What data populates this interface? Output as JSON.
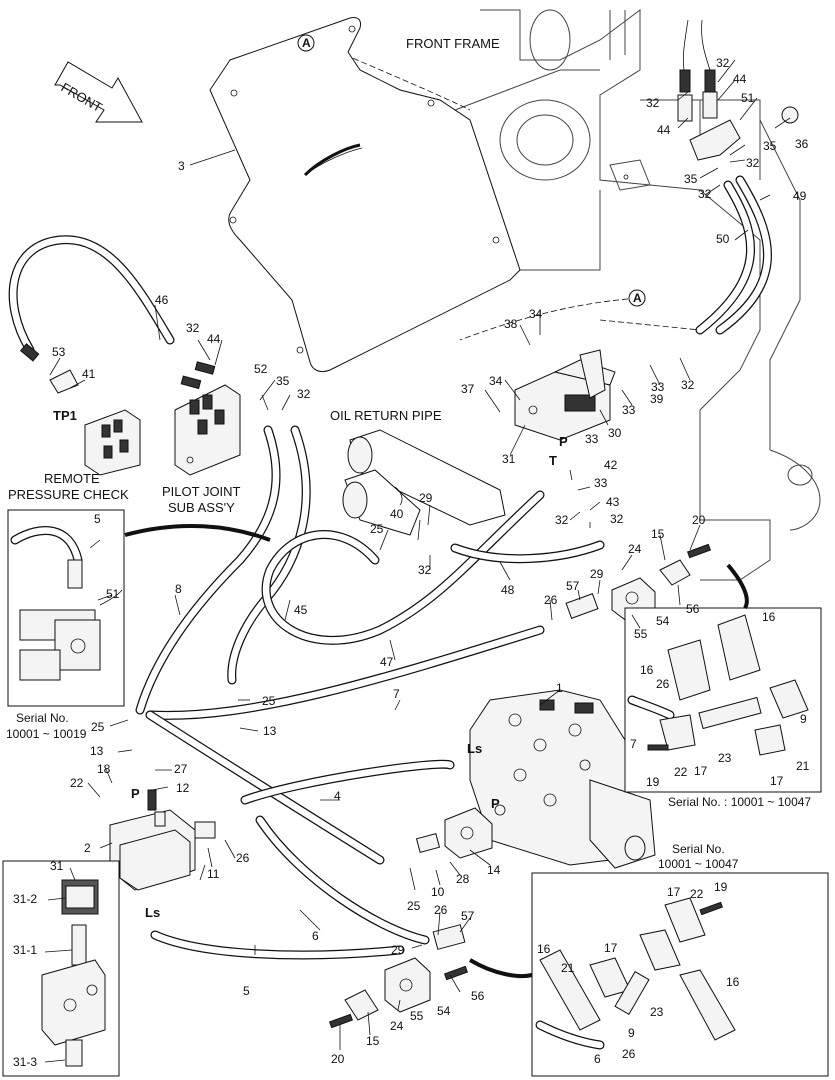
{
  "labels": {
    "front": "FRONT",
    "front_frame": "FRONT FRAME",
    "oil_return_pipe": "OIL RETURN PIPE",
    "tp1": "TP1",
    "remote_check_line1": "REMOTE",
    "remote_check_line2": "PRESSURE  CHECK",
    "pilot_joint_line1": "PILOT JOINT",
    "pilot_joint_line2": "SUB ASS'Y",
    "serial_left_line1": "Serial No.",
    "serial_left_line2": "10001 ~ 10019",
    "serial_right_mid": "Serial No. : 10001 ~ 10047",
    "serial_right_bottom_line1": "Serial No.",
    "serial_right_bottom_line2": "10001 ~ 10047",
    "circle_a": "A",
    "port_p": "P",
    "port_t": "T",
    "port_ls": "Ls"
  },
  "callouts": [
    {
      "id": "c1",
      "text": "1"
    },
    {
      "id": "c2",
      "text": "2"
    },
    {
      "id": "c3",
      "text": "3"
    },
    {
      "id": "c4",
      "text": "4"
    },
    {
      "id": "c5",
      "text": "5"
    },
    {
      "id": "c6",
      "text": "6"
    },
    {
      "id": "c7",
      "text": "7"
    },
    {
      "id": "c8",
      "text": "8"
    },
    {
      "id": "c9",
      "text": "9"
    },
    {
      "id": "c10",
      "text": "10"
    },
    {
      "id": "c11",
      "text": "11"
    },
    {
      "id": "c12",
      "text": "12"
    },
    {
      "id": "c13",
      "text": "13"
    },
    {
      "id": "c14",
      "text": "14"
    },
    {
      "id": "c15",
      "text": "15"
    },
    {
      "id": "c16",
      "text": "16"
    },
    {
      "id": "c17",
      "text": "17"
    },
    {
      "id": "c18",
      "text": "18"
    },
    {
      "id": "c19",
      "text": "19"
    },
    {
      "id": "c20",
      "text": "20"
    },
    {
      "id": "c21",
      "text": "21"
    },
    {
      "id": "c22",
      "text": "22"
    },
    {
      "id": "c23",
      "text": "23"
    },
    {
      "id": "c24",
      "text": "24"
    },
    {
      "id": "c25",
      "text": "25"
    },
    {
      "id": "c26",
      "text": "26"
    },
    {
      "id": "c27",
      "text": "27"
    },
    {
      "id": "c28",
      "text": "28"
    },
    {
      "id": "c29",
      "text": "29"
    },
    {
      "id": "c30",
      "text": "30"
    },
    {
      "id": "c31",
      "text": "31"
    },
    {
      "id": "c31_1",
      "text": "31-1"
    },
    {
      "id": "c31_2",
      "text": "31-2"
    },
    {
      "id": "c31_3",
      "text": "31-3"
    },
    {
      "id": "c32",
      "text": "32"
    },
    {
      "id": "c33",
      "text": "33"
    },
    {
      "id": "c34",
      "text": "34"
    },
    {
      "id": "c35",
      "text": "35"
    },
    {
      "id": "c36",
      "text": "36"
    },
    {
      "id": "c37",
      "text": "37"
    },
    {
      "id": "c38",
      "text": "38"
    },
    {
      "id": "c39",
      "text": "39"
    },
    {
      "id": "c40",
      "text": "40"
    },
    {
      "id": "c41",
      "text": "41"
    },
    {
      "id": "c42",
      "text": "42"
    },
    {
      "id": "c43",
      "text": "43"
    },
    {
      "id": "c44",
      "text": "44"
    },
    {
      "id": "c45",
      "text": "45"
    },
    {
      "id": "c46",
      "text": "46"
    },
    {
      "id": "c47",
      "text": "47"
    },
    {
      "id": "c48",
      "text": "48"
    },
    {
      "id": "c49",
      "text": "49"
    },
    {
      "id": "c50",
      "text": "50"
    },
    {
      "id": "c51",
      "text": "51"
    },
    {
      "id": "c52",
      "text": "52"
    },
    {
      "id": "c53",
      "text": "53"
    },
    {
      "id": "c54",
      "text": "54"
    },
    {
      "id": "c55",
      "text": "55"
    },
    {
      "id": "c56",
      "text": "56"
    },
    {
      "id": "c57",
      "text": "57"
    }
  ]
}
